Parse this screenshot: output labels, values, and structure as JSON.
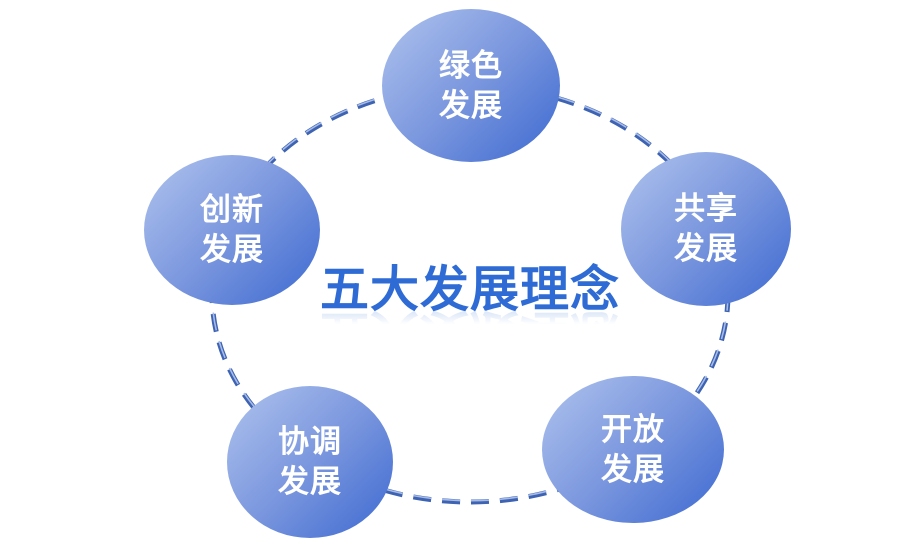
{
  "title": {
    "text": "五大发展理念"
  },
  "bubbles": [
    {
      "id": "green-development",
      "line1": "绿色",
      "line2": "发展"
    },
    {
      "id": "innovation-development",
      "line1": "创新",
      "line2": "发展"
    },
    {
      "id": "sharing-development",
      "line1": "共享",
      "line2": "发展"
    },
    {
      "id": "coordination-development",
      "line1": "协调",
      "line2": "发展"
    },
    {
      "id": "open-development",
      "line1": "开放",
      "line2": "发展"
    }
  ],
  "colors": {
    "bubble_gradient_light": "#b0c4ee",
    "bubble_gradient_dark": "#3c69d1",
    "bubble_text": "#ffffff",
    "dash_ring": "#3d63b2",
    "dash_ring_highlight": "#a6bbe8",
    "title_text": "#2e6bd4",
    "background": "#ffffff"
  }
}
